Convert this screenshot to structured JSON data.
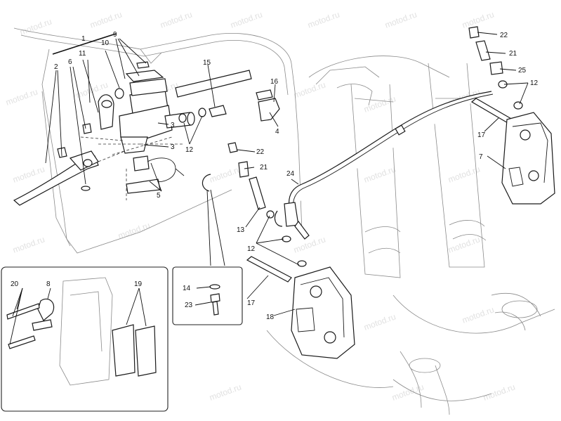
{
  "watermark": "motod.ru",
  "callouts": {
    "c1": "1",
    "c2": "2",
    "c3a": "3",
    "c3b": "3",
    "c4": "4",
    "c5": "5",
    "c6": "6",
    "c7": "7",
    "c8": "8",
    "c9": "9",
    "c10": "10",
    "c11": "11",
    "c12a": "12",
    "c12b": "12",
    "c12c": "12",
    "c13": "13",
    "c14": "14",
    "c15": "15",
    "c16": "16",
    "c17a": "17",
    "c17b": "17",
    "c18": "18",
    "c19": "19",
    "c20": "20",
    "c21a": "21",
    "c21b": "21",
    "c22a": "22",
    "c22b": "22",
    "c23": "23",
    "c24": "24",
    "c25": "25"
  }
}
